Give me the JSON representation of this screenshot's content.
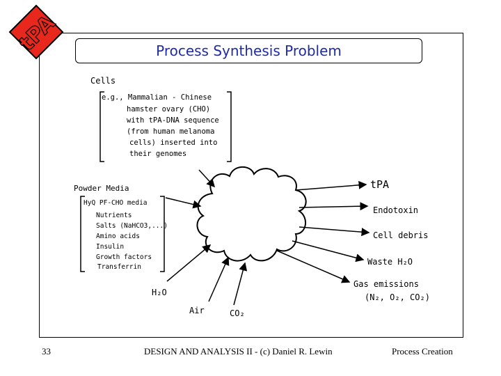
{
  "logo": {
    "text": "tPA",
    "color": "#e8281d",
    "outline": "#000000"
  },
  "slide": {
    "title": "Process Synthesis Problem",
    "title_color": "#1f2aa8"
  },
  "diagram": {
    "cells": {
      "heading": "Cells",
      "lines": [
        "e.g., Mammalian - Chinese",
        "hamster ovary (CHO)",
        "with tPA-DNA sequence",
        "(from human melanoma",
        "cells) inserted into",
        "their genomes"
      ]
    },
    "media": {
      "heading": "Powder Media",
      "lines": [
        "HyQ PF-CHO media",
        "Nutrients",
        "Salts (NaHCO3,...)",
        "Amino acids",
        "Insulin",
        "Growth factors",
        "Transferrin"
      ]
    },
    "inputs": [
      "H₂O",
      "Air",
      "CO₂"
    ],
    "outputs": [
      "tPA",
      "Endotoxin",
      "Cell debris",
      "Waste H₂O",
      "Gas emissions",
      "(N₂, O₂, CO₂)"
    ]
  },
  "footer": {
    "page_number": "33",
    "center": "DESIGN AND ANALYSIS II - (c) Daniel R. Lewin",
    "right": "Process Creation"
  }
}
